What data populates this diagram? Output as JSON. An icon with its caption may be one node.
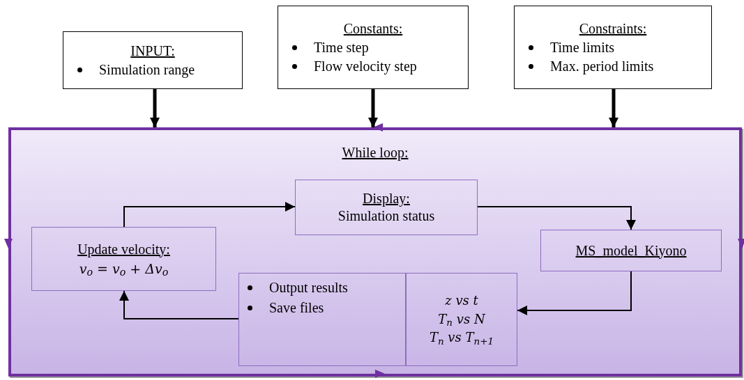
{
  "diagram": {
    "nodes": [
      {
        "text": [
          "INPUT:",
          "Simulation range"
        ]
      },
      {
        "text": [
          "Constants:",
          "Time step",
          "Flow velocity step"
        ]
      },
      {
        "text": [
          "Constraints:",
          "Time limits",
          "Max. period limits"
        ]
      },
      {
        "text": [
          "While loop:"
        ]
      },
      {
        "text": [
          "Display:",
          "Simulation status"
        ],
        "in": 3
      },
      {
        "text": [
          "Update velocity:",
          "v$_{o}$ = v$_{o}$ + Δv$_{o}$"
        ],
        "in": 3
      },
      {
        "text": [
          "MS_model_Kiyono"
        ],
        "in": 3
      },
      {
        "text": [
          "Output results",
          "Save files"
        ],
        "in": 3
      },
      {
        "text": [
          "z vs t",
          "T$_{n}$ vs N",
          "T$_{n}$ vs T$_{n+1}$"
        ],
        "in": 3
      }
    ],
    "edges": [
      {
        "from": 0,
        "to": 3,
        "arrow": "to",
        "style": "thick"
      },
      {
        "from": 1,
        "to": 3,
        "arrow": "to",
        "style": "thick"
      },
      {
        "from": 2,
        "to": 3,
        "arrow": "to",
        "style": "thick"
      },
      {
        "from": 5,
        "to": 4,
        "arrow": "to"
      },
      {
        "from": 4,
        "to": 6,
        "arrow": "to"
      },
      {
        "from": 6,
        "to": 8,
        "arrow": "to"
      },
      {
        "from": 7,
        "to": 5,
        "arrow": "to"
      }
    ]
  }
}
